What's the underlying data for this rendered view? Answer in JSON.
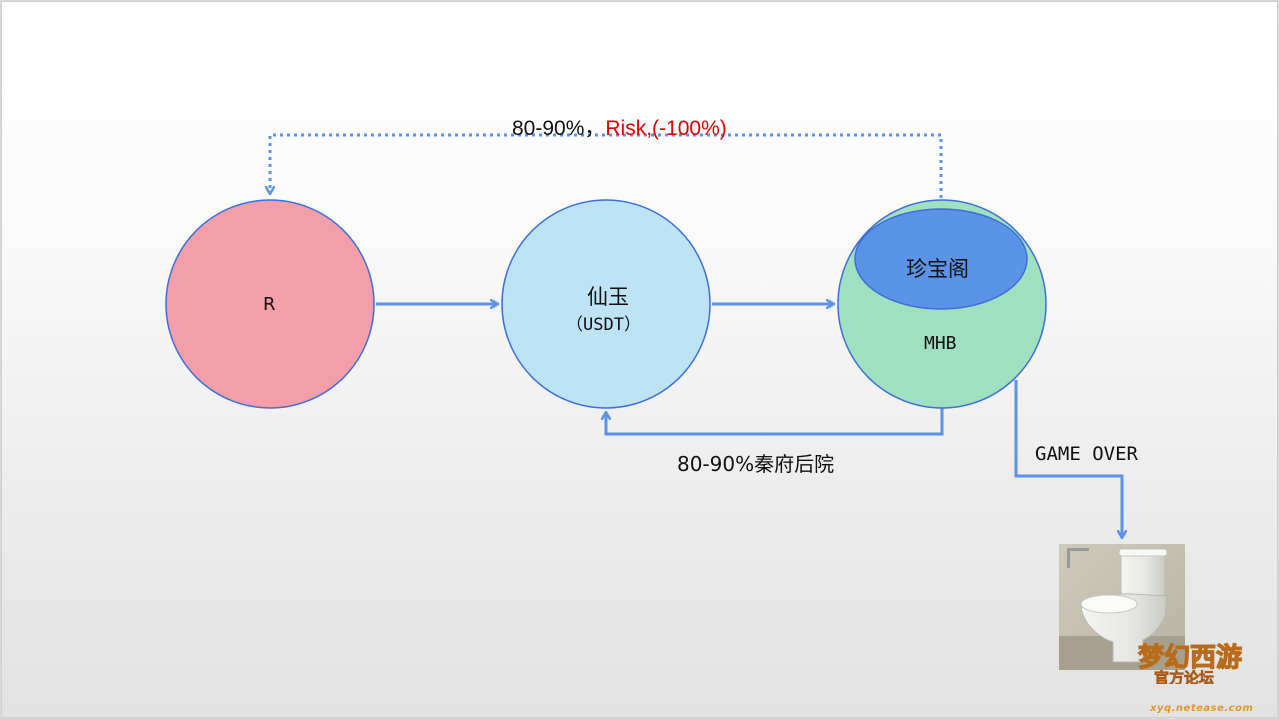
{
  "nodes": {
    "r": {
      "label": "R",
      "fill": "#f39ea8"
    },
    "xianyu": {
      "label": "仙玉",
      "sublabel": "（USDT）",
      "fill": "#bde3f5"
    },
    "mhb": {
      "label": "MHB",
      "fill": "#9ee0c0"
    },
    "zhenbaoge": {
      "label": "珍宝阁",
      "fill": "#5b93e6"
    }
  },
  "edges": {
    "top_loop": {
      "label_prefix": "80-90%，",
      "label_risk": "Risk,(-100%)"
    },
    "bottom_loop": {
      "label": "80-90%秦府后院"
    },
    "game_over": {
      "label": "GAME OVER"
    }
  },
  "watermark": {
    "logo_text": "梦幻西游",
    "badge_text": "官方论坛",
    "url_text": "xyq.netease.com"
  },
  "colors": {
    "arrow": "#5b93e6",
    "stroke": "#3d6fd8",
    "risk": "#e00000"
  }
}
